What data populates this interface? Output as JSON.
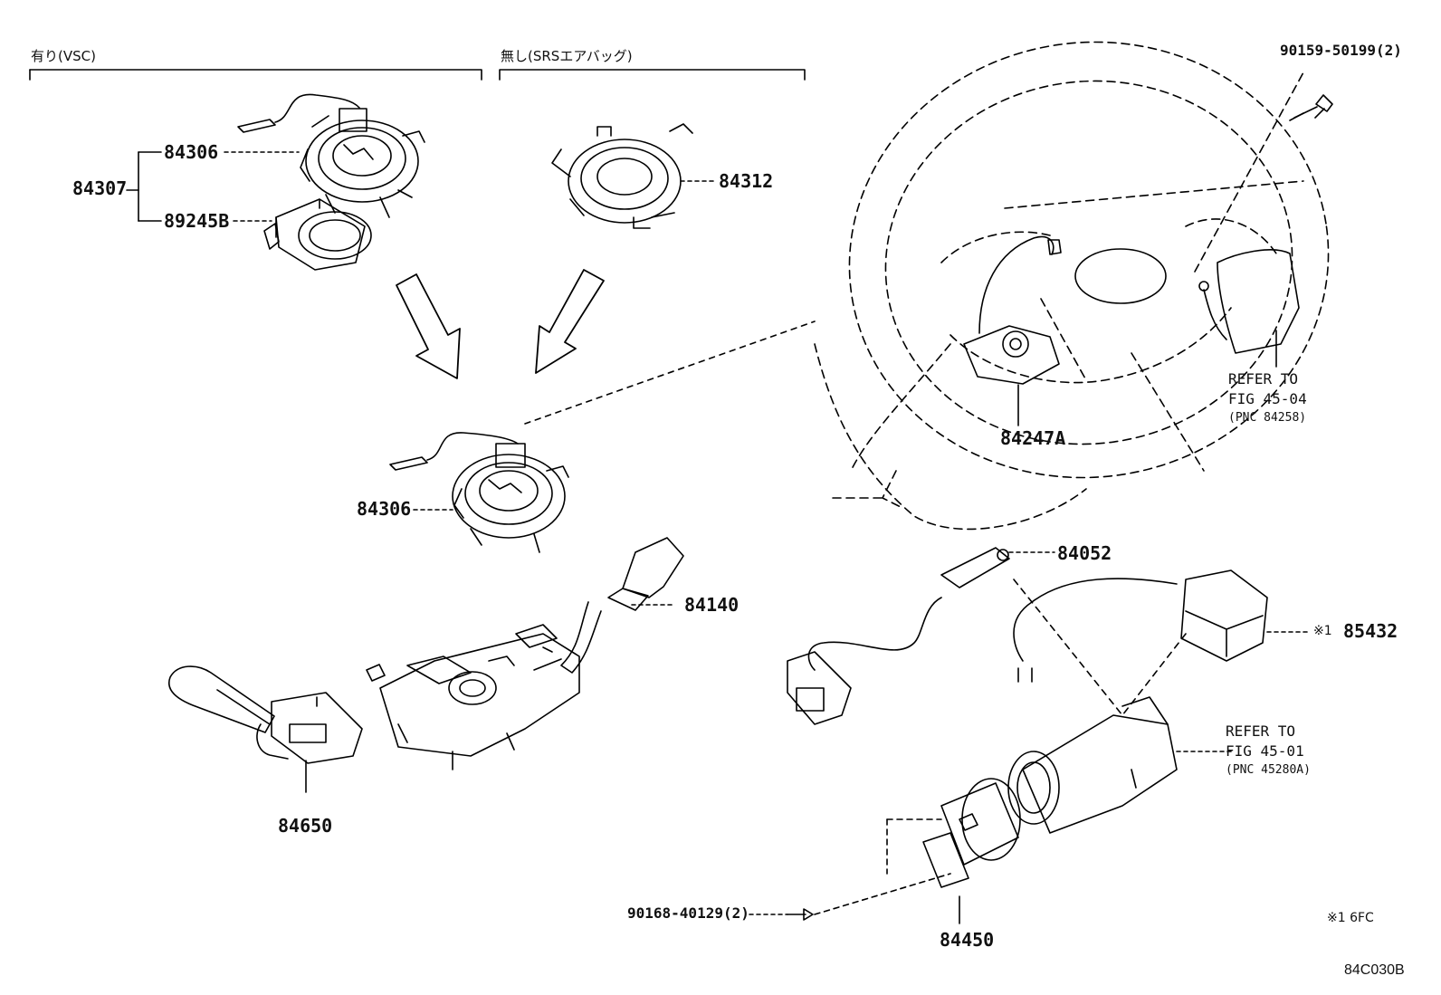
{
  "headers": {
    "with_vsc": "有り(VSC)",
    "without_srs": "無し(SRSエアバッグ)"
  },
  "parts": {
    "p84307": "84307",
    "p84306_top": "84306",
    "p89245b": "89245B",
    "p84312": "84312",
    "p84306_mid": "84306",
    "p84140": "84140",
    "p84650": "84650",
    "p84247a": "84247A",
    "p84052": "84052",
    "p85432": "85432",
    "p84450": "84450",
    "p90159": "90159-50199(2)",
    "p90168": "90168-40129(2)"
  },
  "refs": {
    "ref1_line1": "REFER TO",
    "ref1_line2": "FIG 45-04",
    "ref1_line3": "(PNC 84258)",
    "ref2_line1": "REFER TO",
    "ref2_line2": "FIG 45-01",
    "ref2_line3": "(PNC 45280A)"
  },
  "notes": {
    "mark_85432": "※1",
    "footnote": "※1 6FC",
    "diagram_code": "84C030B"
  }
}
